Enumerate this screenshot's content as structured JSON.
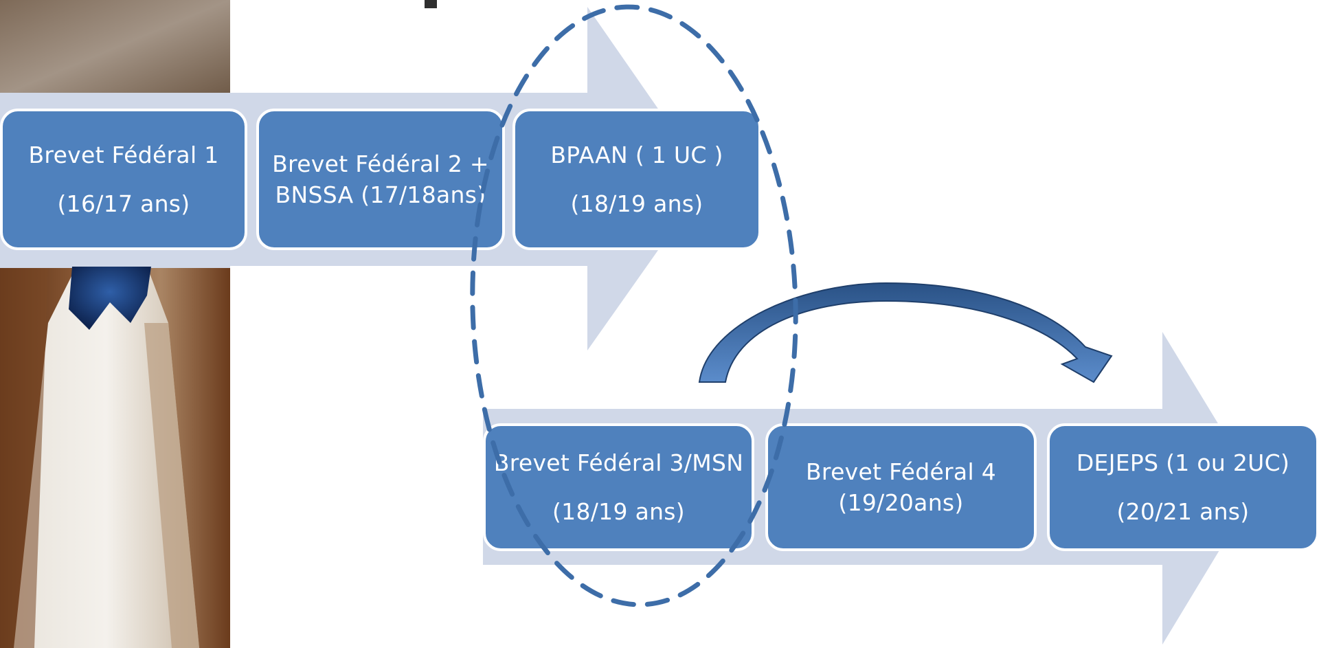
{
  "colors": {
    "box_fill": "#4f81bd",
    "box_border": "#ffffff",
    "box_text": "#ffffff",
    "arrow_band": "#d0d8e8",
    "accent": "#3d6da8",
    "curved_arrow_top": "#2a5286",
    "curved_arrow_bottom": "#5b8ccb"
  },
  "top_row": {
    "steps": [
      {
        "line1": "Brevet Fédéral 1",
        "line2": "(16/17 ans)"
      },
      {
        "line1": "Brevet Fédéral 2 +",
        "line2": "BNSSA (17/18ans)"
      },
      {
        "line1": "BPAAN ( 1 UC )",
        "line2": "(18/19 ans)"
      }
    ]
  },
  "bottom_row": {
    "steps": [
      {
        "line1": "Brevet Fédéral 3/MSN",
        "line2": "(18/19 ans)"
      },
      {
        "line1": "Brevet Fédéral 4",
        "line2": "(19/20ans)"
      },
      {
        "line1": "DEJEPS (1 ou 2UC)",
        "line2": "(20/21 ans)"
      }
    ]
  },
  "icons": {
    "curved_arrow": "curved-down-arrow-icon",
    "highlight": "dashed-ellipse"
  }
}
